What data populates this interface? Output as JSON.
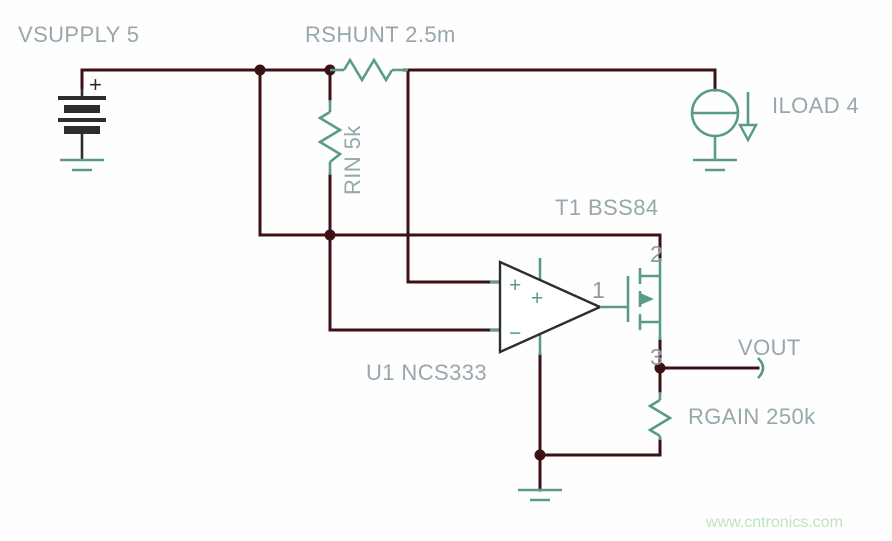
{
  "sheet": {
    "title": "current-sense-amplifier-schematic",
    "background_color": "#fefefe",
    "wire_color": "#3b1114",
    "symbol_color": "#5a9c82",
    "label_color": "#97a7ad",
    "watermark_color": "#bfe3bf"
  },
  "labels": {
    "vsupply": "VSUPPLY 5",
    "rshunt": "RSHUNT 2.5m",
    "rin": "RIN 5k",
    "iload": "ILOAD 4",
    "t1": "T1 BSS84",
    "u1": "U1 NCS333",
    "vout": "VOUT",
    "rgain": "RGAIN 250k"
  },
  "pins": {
    "opamp_out": "1",
    "mosfet_source": "2",
    "mosfet_drain": "3"
  },
  "opamp_marks": {
    "plus_input": "+",
    "minus_input": "−",
    "plus_supply": "+"
  },
  "battery_marks": {
    "plus": "+"
  },
  "watermark": {
    "text": "www.cntronics.com"
  },
  "components": [
    {
      "ref": "VSUPPLY",
      "value": "5",
      "type": "battery"
    },
    {
      "ref": "RSHUNT",
      "value": "2.5m",
      "type": "resistor"
    },
    {
      "ref": "RIN",
      "value": "5k",
      "type": "resistor"
    },
    {
      "ref": "ILOAD",
      "value": "4",
      "type": "current-source"
    },
    {
      "ref": "T1",
      "value": "BSS84",
      "type": "p-channel-mosfet"
    },
    {
      "ref": "U1",
      "value": "NCS333",
      "type": "opamp"
    },
    {
      "ref": "RGAIN",
      "value": "250k",
      "type": "resistor"
    },
    {
      "ref": "VOUT",
      "value": "",
      "type": "output-port"
    }
  ]
}
